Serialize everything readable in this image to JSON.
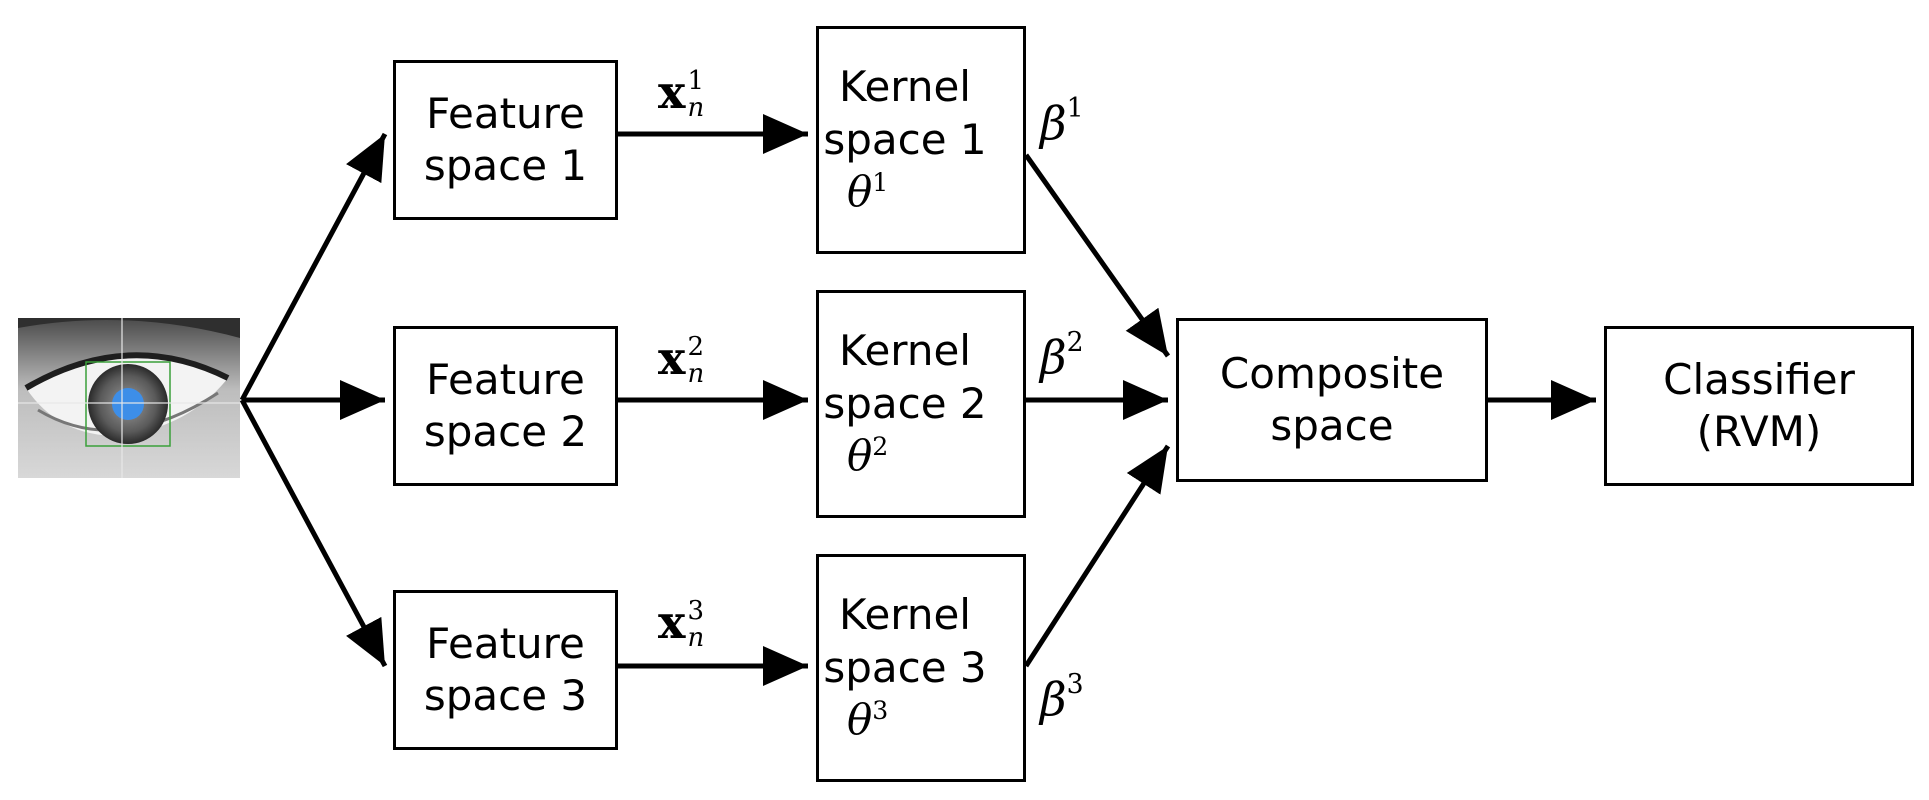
{
  "image": {
    "subject": "eye-photo"
  },
  "feature_spaces": [
    {
      "line1": "Feature",
      "line2": "space 1"
    },
    {
      "line1": "Feature",
      "line2": "space 2"
    },
    {
      "line1": "Feature",
      "line2": "space 3"
    }
  ],
  "inputs": [
    {
      "base": "x",
      "sup": "1",
      "sub": "n"
    },
    {
      "base": "x",
      "sup": "2",
      "sub": "n"
    },
    {
      "base": "x",
      "sup": "3",
      "sub": "n"
    }
  ],
  "kernel_spaces": [
    {
      "line1": "Kernel",
      "line2": "space 1",
      "theta": "θ",
      "theta_sup": "1"
    },
    {
      "line1": "Kernel",
      "line2": "space 2",
      "theta": "θ",
      "theta_sup": "2"
    },
    {
      "line1": "Kernel",
      "line2": "space 3",
      "theta": "θ",
      "theta_sup": "3"
    }
  ],
  "weights": [
    {
      "symbol": "β",
      "sup": "1"
    },
    {
      "symbol": "β",
      "sup": "2"
    },
    {
      "symbol": "β",
      "sup": "3"
    }
  ],
  "composite": {
    "line1": "Composite",
    "line2": "space"
  },
  "classifier": {
    "line1": "Classifier",
    "line2": "(RVM)"
  },
  "colors": {
    "stroke": "#000000",
    "iris": "#3d8ee8",
    "box_outline_green": "#3aa03a"
  }
}
